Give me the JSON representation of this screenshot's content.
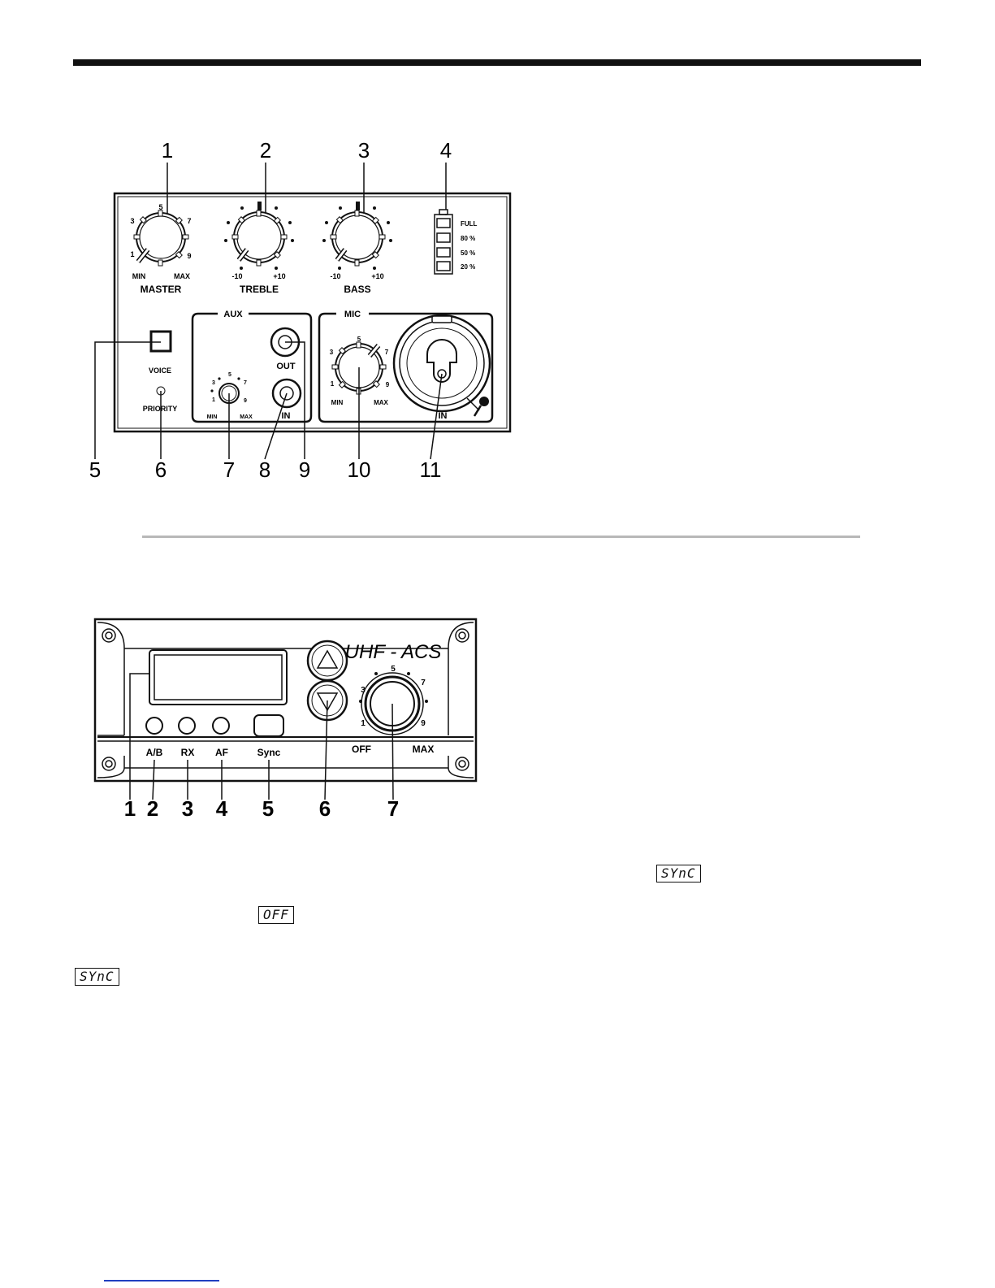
{
  "mixer_panel": {
    "callouts_top": [
      "1",
      "2",
      "3",
      "4"
    ],
    "callouts_bottom": [
      "5",
      "6",
      "7",
      "8",
      "9",
      "10",
      "11"
    ],
    "master": {
      "name": "MASTER",
      "min": "MIN",
      "max": "MAX",
      "ticks": [
        "1",
        "3",
        "5",
        "7",
        "9"
      ]
    },
    "treble": {
      "name": "TREBLE",
      "min": "-10",
      "max": "+10"
    },
    "bass": {
      "name": "BASS",
      "min": "-10",
      "max": "+10"
    },
    "battery": {
      "levels": [
        "FULL",
        "80 %",
        "50 %",
        "20 %"
      ]
    },
    "voice_priority": {
      "voice": "VOICE",
      "priority": "PRIORITY"
    },
    "aux": {
      "title": "AUX",
      "out": "OUT",
      "in": "IN",
      "min": "MIN",
      "max": "MAX",
      "ticks": [
        "1",
        "3",
        "5",
        "7",
        "9"
      ]
    },
    "mic": {
      "title": "MIC",
      "in": "IN",
      "min": "MIN",
      "max": "MAX",
      "ticks": [
        "1",
        "3",
        "5",
        "7",
        "9"
      ]
    }
  },
  "receiver_panel": {
    "brand": "UHF - ACS",
    "buttons": {
      "ab": "A/B",
      "rx": "RX",
      "af": "AF",
      "sync": "Sync"
    },
    "volume": {
      "off": "OFF",
      "max": "MAX",
      "ticks": [
        "1",
        "3",
        "5",
        "7",
        "9"
      ]
    },
    "callouts": [
      "1",
      "2",
      "3",
      "4",
      "5",
      "6",
      "7"
    ]
  },
  "displays": {
    "sync_a": "SYnC",
    "off": "OFF",
    "sync_b": "SYnC"
  }
}
